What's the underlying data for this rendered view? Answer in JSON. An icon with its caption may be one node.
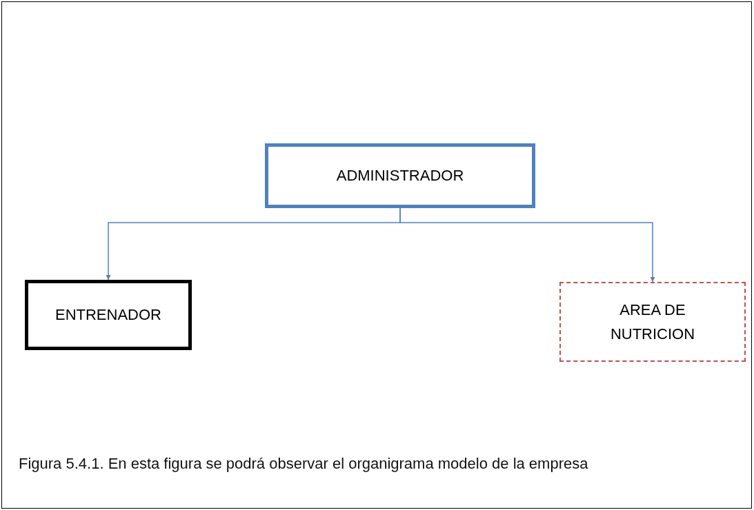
{
  "diagram": {
    "caption": "Figura 5.4.1. En esta figura se podrá observar el organigrama modelo de la empresa",
    "nodes": [
      {
        "text": [
          "ADMINISTRADOR"
        ]
      },
      {
        "text": [
          "ENTRENADOR"
        ]
      },
      {
        "text": [
          "AREA DE NUTRICION"
        ]
      }
    ],
    "edges": [
      {
        "from": 0,
        "to": 1,
        "arrow": "to"
      },
      {
        "from": 0,
        "to": 2,
        "arrow": "to"
      }
    ]
  }
}
